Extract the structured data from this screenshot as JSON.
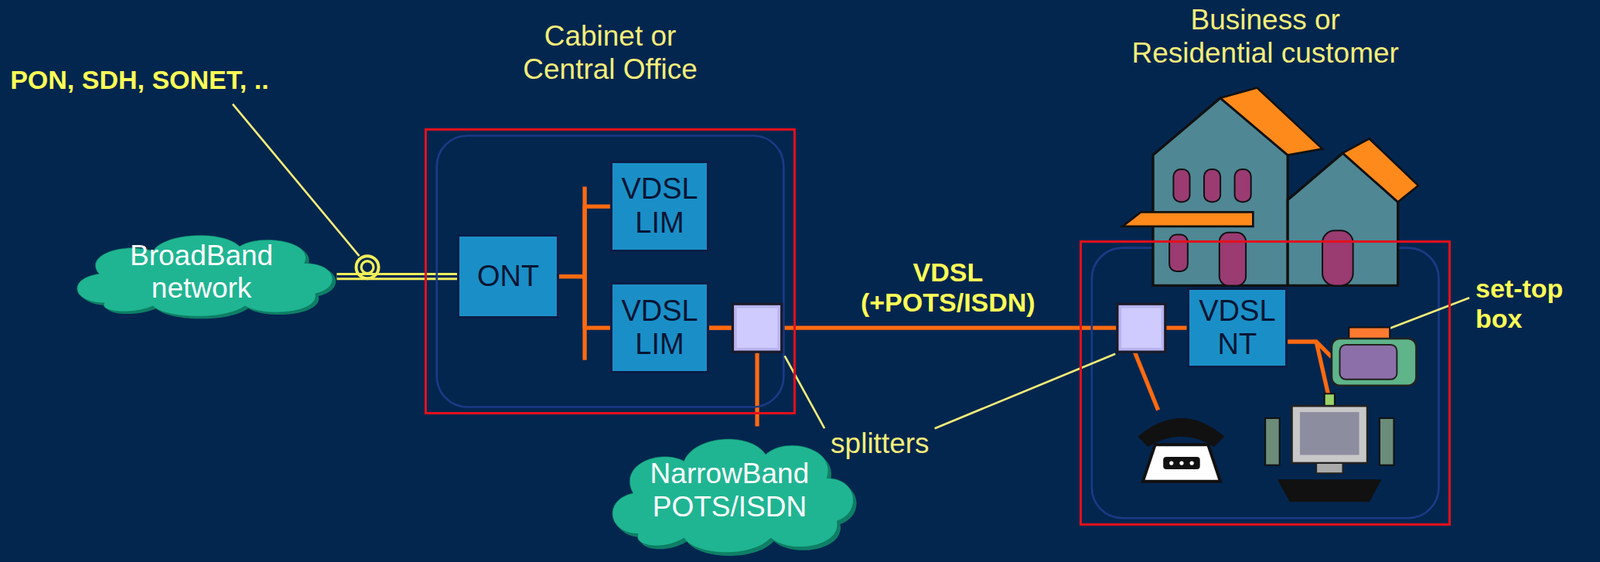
{
  "diagram": {
    "nodes": [
      {
        "text": [
          "BroadBand network"
        ]
      },
      {
        "text": [
          "Cabinet or Central Office"
        ]
      },
      {
        "text": [
          "ONT"
        ],
        "in": 1
      },
      {
        "text": [
          "VDSL LIM"
        ],
        "in": 1
      },
      {
        "text": [
          "VDSL LIM"
        ],
        "in": 1
      },
      {
        "text": [
          "NarrowBand POTS/ISDN"
        ]
      },
      {
        "text": [
          "Business or Residential customer"
        ]
      },
      {
        "text": [
          "VDSL NT"
        ],
        "in": 6
      }
    ],
    "edges": [
      {
        "from": 0,
        "to": 2,
        "arrow": "none"
      },
      {
        "from": 2,
        "to": 3,
        "arrow": "none"
      },
      {
        "from": 2,
        "to": 4,
        "arrow": "none"
      },
      {
        "from": 4,
        "to": 7,
        "arrow": "none",
        "label": "VDSL (+POTS/ISDN)"
      },
      {
        "from": 5,
        "to": 4,
        "arrow": "none"
      }
    ],
    "labels": [
      "PON, SDH, SONET, ..",
      "splitters",
      "set-top box"
    ]
  }
}
